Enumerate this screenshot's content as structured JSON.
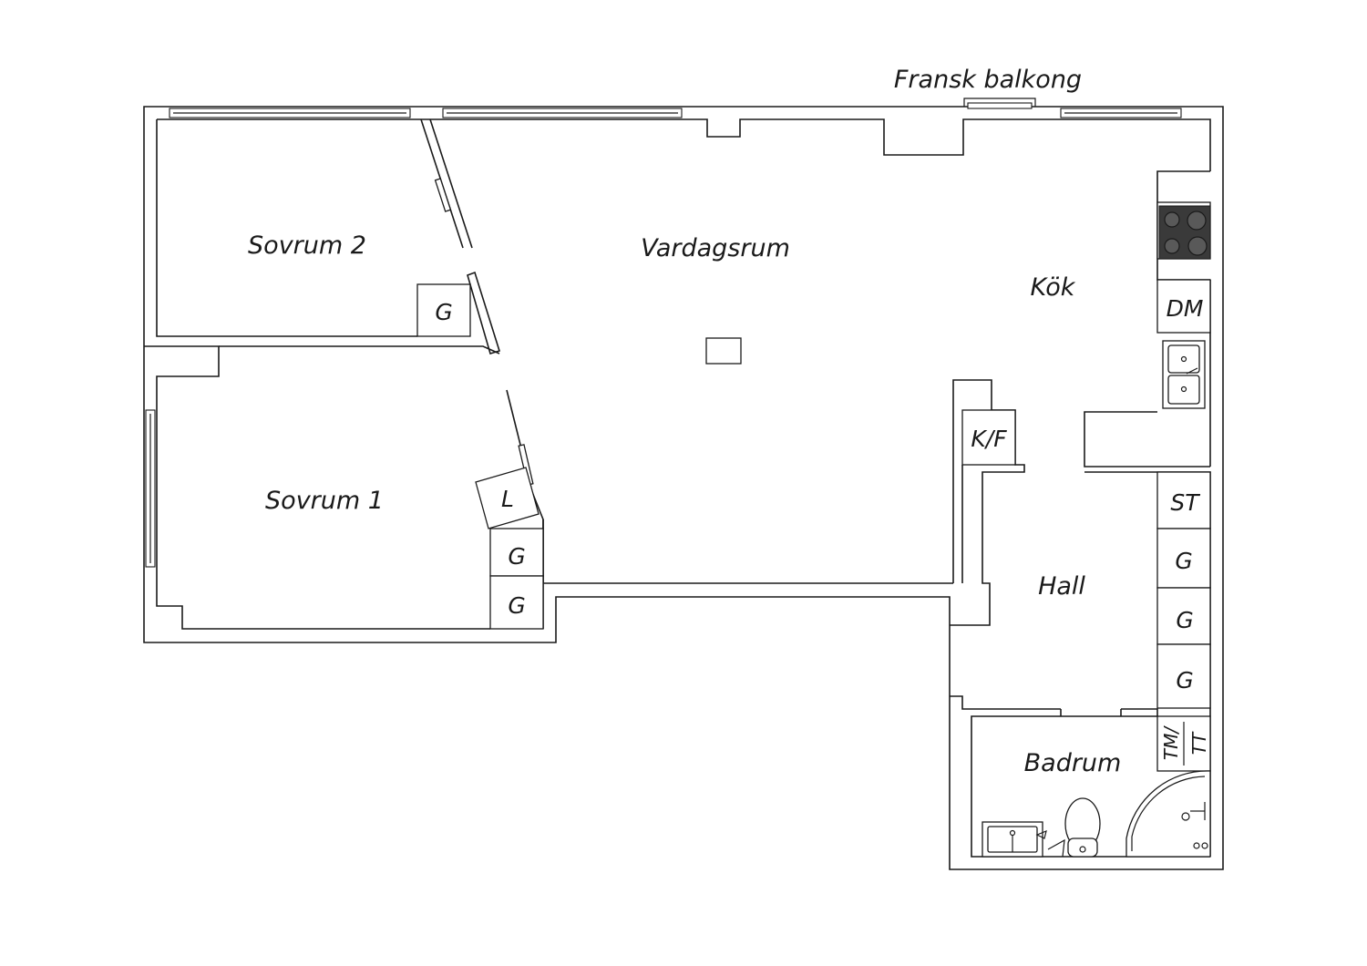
{
  "rooms": {
    "balcony": "Fransk balkong",
    "bedroom2": "Sovrum 2",
    "living": "Vardagsrum",
    "kitchen": "Kök",
    "bedroom1": "Sovrum 1",
    "hall": "Hall",
    "bathroom": "Badrum"
  },
  "fixtures": {
    "wardrobe": "G",
    "linen": "L",
    "fridge_freezer": "K/F",
    "dishwasher": "DM",
    "storage": "ST",
    "washer_top": "TM/",
    "washer_bottom": "TT"
  }
}
